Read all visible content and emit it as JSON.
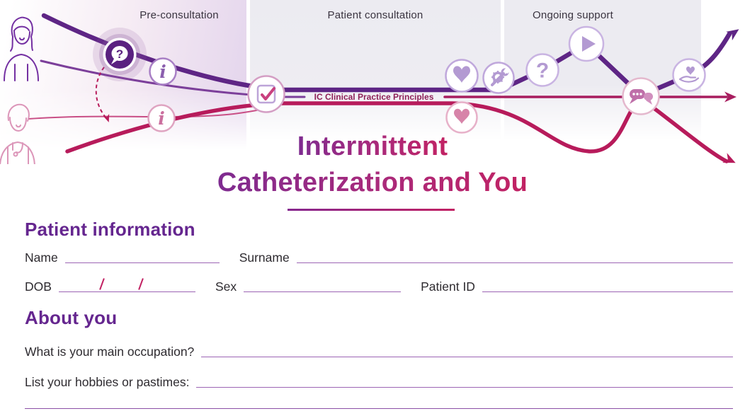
{
  "journey": {
    "stages": [
      "Pre-consultation",
      "Patient consultation",
      "Ongoing support"
    ],
    "center_line_label": "IC Clinical Practice Principles",
    "glyphs": {
      "question_mark": "?",
      "info": "i"
    },
    "icons": [
      "patient-figure-icon",
      "clinician-figure-icon",
      "question-bubble-icon",
      "info-icon-patient",
      "info-icon-clinician",
      "checklist-icon",
      "heart-icon-patient",
      "heart-icon-clinician",
      "tools-icon",
      "question-icon",
      "play-icon",
      "chat-icon",
      "hand-heart-icon"
    ],
    "colors": {
      "patient_line": "#5e2585",
      "clinician_line": "#b71b5b",
      "mid_line": "#a81e5f",
      "icon_purple": "#b39ad2",
      "icon_pink": "#d784a9",
      "badge_purple": "#5a2180"
    }
  },
  "title": {
    "line1": "Intermittent",
    "line2": "Catheterization and You"
  },
  "patient_information": {
    "heading": "Patient information",
    "fields": {
      "name": "Name",
      "surname": "Surname",
      "dob": "DOB",
      "sex": "Sex",
      "patient_id": "Patient ID"
    }
  },
  "about_you": {
    "heading": "About you",
    "questions": {
      "occupation": "What is your main occupation?",
      "hobbies": "List your hobbies or pastimes:"
    }
  }
}
